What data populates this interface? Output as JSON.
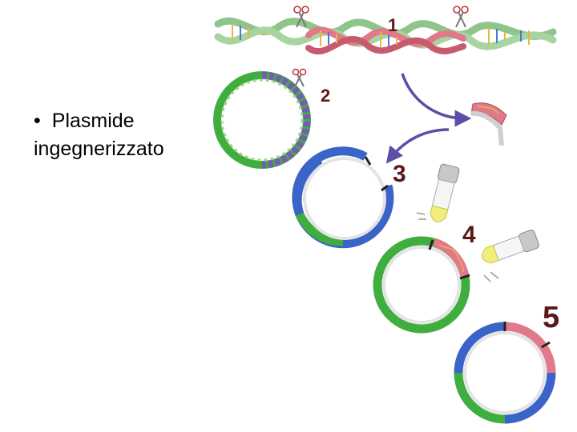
{
  "slide": {
    "bullet": "•",
    "text_line1": "Plasmide",
    "text_line2": "ingegnerizzato"
  },
  "steps": {
    "s1": "1",
    "s2": "2",
    "s3": "3",
    "s4": "4",
    "s5": "5"
  },
  "colors": {
    "blue": "#3b64c8",
    "green": "#3fae3f",
    "pink": "#e07a8a",
    "dna_green": "#8fc48a",
    "purple_arrow": "#5b4fa8",
    "tube_yellow": "#f2ee7a",
    "tube_gray": "#9a9a9a",
    "step_number": "#5a1818"
  },
  "icons": [
    "scissors-icon",
    "test-tube-icon",
    "arrow-icon"
  ]
}
